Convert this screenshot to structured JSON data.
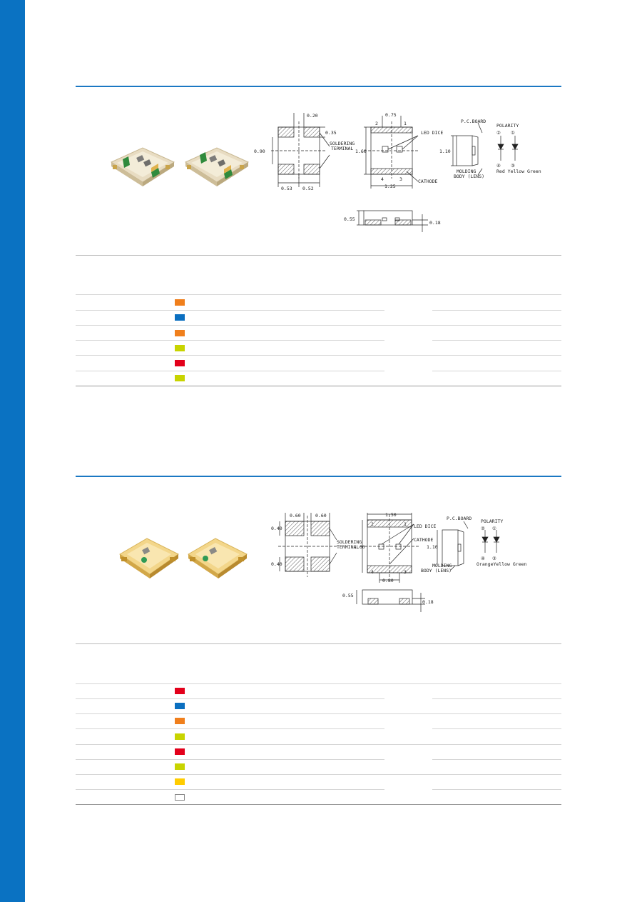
{
  "colors": {
    "sidebar": "#0a72c2",
    "rule": "#1b78c3",
    "orange": "#f07f1c",
    "blue": "#0b6fc0",
    "yellow_green": "#c8d400",
    "red": "#e3001b",
    "yellow": "#ffcc00",
    "white": "#ffffff"
  },
  "section1": {
    "drawing": {
      "dim_020": "0.20",
      "dim_035": "0.35",
      "dim_090": "0.90",
      "dim_053": "0.53",
      "dim_052": "0.52",
      "soldering": "SOLDERING",
      "terminal": "TERMINAL",
      "dim_075": "0.75",
      "led_dice": "LED DICE",
      "dim_160": "1.60",
      "cathode": "CATHODE",
      "dim_125": "1.25",
      "pcboard": "P.C.BOARD",
      "dim_110": "1.10",
      "molding": "MOLDING",
      "body_lens": "BODY (LENS)",
      "polarity": "POLARITY",
      "pin2": "②",
      "pin1": "①",
      "pin4": "④",
      "pin3": "③",
      "pol_colors": "Red  Yellow  Green",
      "dim_055": "0.55",
      "dim_018": "0.18",
      "p2": "2",
      "p1": "1",
      "p4": "4",
      "p3": "3"
    },
    "swatches": [
      "orange",
      "blue",
      "orange",
      "yellow_green",
      "red",
      "yellow_green"
    ]
  },
  "section2": {
    "drawing": {
      "dim_060a": "0.60",
      "dim_060b": "0.60",
      "dim_040a": "0.40",
      "dim_040b": "0.40",
      "soldering": "SOLDERING",
      "terminal": "TERMINAL",
      "dim_150": "1.50",
      "led_dice": "LED DICE",
      "cathode": "CATHODE",
      "dim_160": "1.60",
      "dim_080": "0.80",
      "pcboard": "P.C.BOARD",
      "dim_110": "1.10",
      "molding": "MOLDING",
      "body_lens": "BODY (LENS)",
      "polarity": "POLARITY",
      "pin2": "②",
      "pin1": "①",
      "pin4": "④",
      "pin3": "③",
      "pol_colors": "OrangeYellow Green",
      "dim_055": "0.55",
      "dim_018": "0.18",
      "p2": "2",
      "p1": "1",
      "p4": "4",
      "p3": "3"
    },
    "swatches": [
      "red",
      "blue",
      "orange",
      "yellow_green",
      "red",
      "yellow_green",
      "yellow",
      "white"
    ]
  }
}
